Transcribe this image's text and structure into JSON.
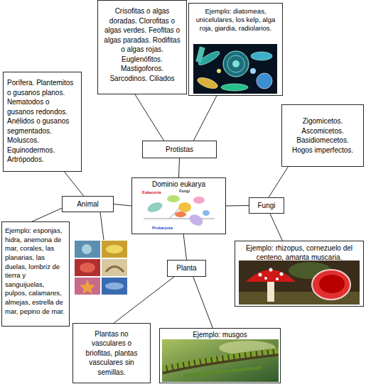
{
  "diagram": {
    "nodes": [
      {
        "text": [
          "Crisofitas o algas doradas. Clorofitas o algas verdes. Feofitas o algas paradas. Rodifitas o algas rojas. Euglenófitos. Mastigoforos. Sarcodinos. Ciliados"
        ]
      },
      {
        "text": [
          "Ejemplo: diatomeas, unicelulares, los kelp, alga roja, giardia, radiolarios."
        ]
      },
      {
        "text": [
          "Porífera. Plantemitos o gusanos planos. Nematodos o gusanos redondos. Anélidos o gusanos segmentados. Moluscos. Equinodermos. Artrópodos."
        ]
      },
      {
        "text": [
          "Protistas"
        ]
      },
      {
        "text": [
          "Zigomicetos. Ascomicetos. Basidiomecetos. Hogos imperfectos."
        ]
      },
      {
        "text": [
          "Dominio eukarya"
        ]
      },
      {
        "text": [
          "Animal"
        ]
      },
      {
        "text": [
          "Fungi"
        ]
      },
      {
        "text": [
          "Ejemplo: esponjas, hidra, anemona de mar, corales, las planarias, las duelas, lombriz de tierra y sanguijuelas, pulpos, calamares, almejas, estrella de mar, pepino de mar."
        ]
      },
      {
        "text": [
          "Planta"
        ]
      },
      {
        "text": [
          "Ejemplo: rhizopus, cornezuelo del centeno, amanta muscaria."
        ]
      },
      {
        "text": [
          "Plantas no vasculares o briofitas, plantas vasculares sin semillas."
        ]
      },
      {
        "text": [
          "Ejemplo: musgos"
        ]
      }
    ],
    "edges": [
      {
        "from": 3,
        "to": 0,
        "arrow": "none"
      },
      {
        "from": 3,
        "to": 1,
        "arrow": "none"
      },
      {
        "from": 5,
        "to": 3,
        "arrow": "none"
      },
      {
        "from": 6,
        "to": 2,
        "arrow": "none"
      },
      {
        "from": 5,
        "to": 6,
        "arrow": "none"
      },
      {
        "from": 5,
        "to": 7,
        "arrow": "none"
      },
      {
        "from": 7,
        "to": 4,
        "arrow": "none"
      },
      {
        "from": 6,
        "to": 8,
        "arrow": "none"
      },
      {
        "from": 5,
        "to": 9,
        "arrow": "none"
      },
      {
        "from": 7,
        "to": 10,
        "arrow": "none"
      },
      {
        "from": 9,
        "to": 11,
        "arrow": "none"
      },
      {
        "from": 9,
        "to": 12,
        "arrow": "none"
      }
    ],
    "labels": [
      "Eukaryota",
      "Fungi",
      "Prokaryota"
    ]
  }
}
